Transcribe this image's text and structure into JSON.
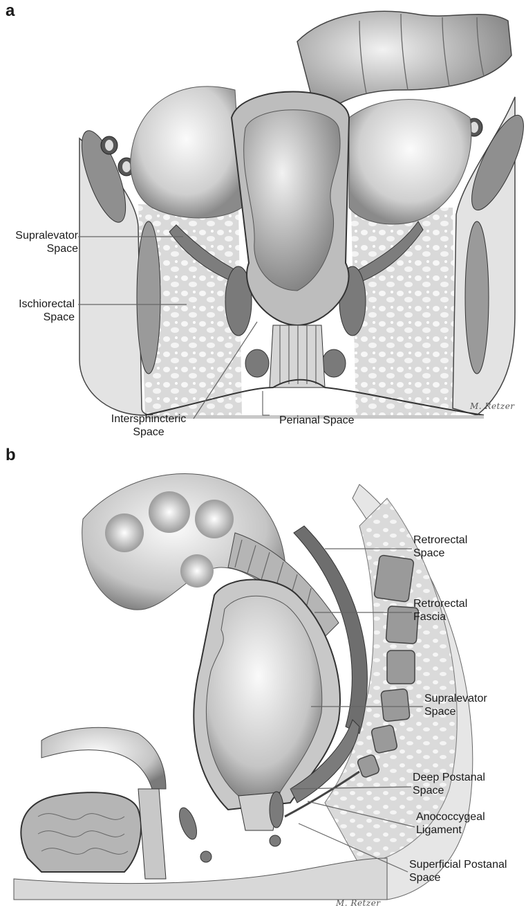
{
  "panel_a": {
    "letter": "a",
    "labels": {
      "supralevator": [
        "Supralevator",
        "Space"
      ],
      "ischiorectal": [
        "Ischiorectal",
        "Space"
      ],
      "intersphincteric": [
        "Intersphincteric",
        "Space"
      ],
      "perianal": "Perianal Space"
    },
    "signature": "M. Retzer"
  },
  "panel_b": {
    "letter": "b",
    "labels": {
      "retrorectal_space": [
        "Retrorectal",
        "Space"
      ],
      "retrorectal_fascia": [
        "Retrorectal",
        "Fascia"
      ],
      "supralevator": [
        "Supralevator",
        "Space"
      ],
      "deep_postanal": [
        "Deep Postanal",
        "Space"
      ],
      "anococcygeal": [
        "Anococcygeal",
        "Ligament"
      ],
      "superficial_postanal": [
        "Superficial Postanal",
        "Space"
      ]
    },
    "signature": "M. Retzer"
  }
}
